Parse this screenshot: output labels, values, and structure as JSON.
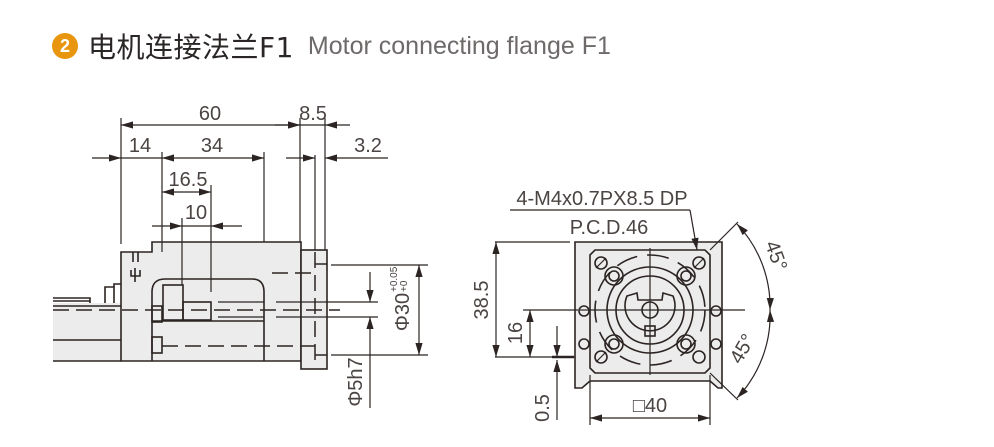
{
  "header": {
    "badge_number": "2",
    "badge_color": "#e8960f",
    "title_cn": "电机连接法兰F1",
    "title_en": "Motor connecting flange F1"
  },
  "side_view": {
    "dims": {
      "overall_length": "60",
      "flange_thickness": "8.5",
      "offset_14": "14",
      "length_34": "34",
      "plate_3_2": "3.2",
      "length_16_5": "16.5",
      "length_10": "10",
      "bore_diameter": "Φ30",
      "bore_tol_upper": "+0.05",
      "bore_tol_lower": "+0",
      "shaft_diameter": "Φ5h7"
    }
  },
  "front_view": {
    "dims": {
      "thread_callout": "4-M4x0.7PX8.5 DP",
      "pcd": "P.C.D.46",
      "height_38_5": "38.5",
      "height_16": "16",
      "offset_0_5": "0.5",
      "square_40": "□40",
      "angle_top": "45°",
      "angle_bottom": "45°"
    }
  }
}
